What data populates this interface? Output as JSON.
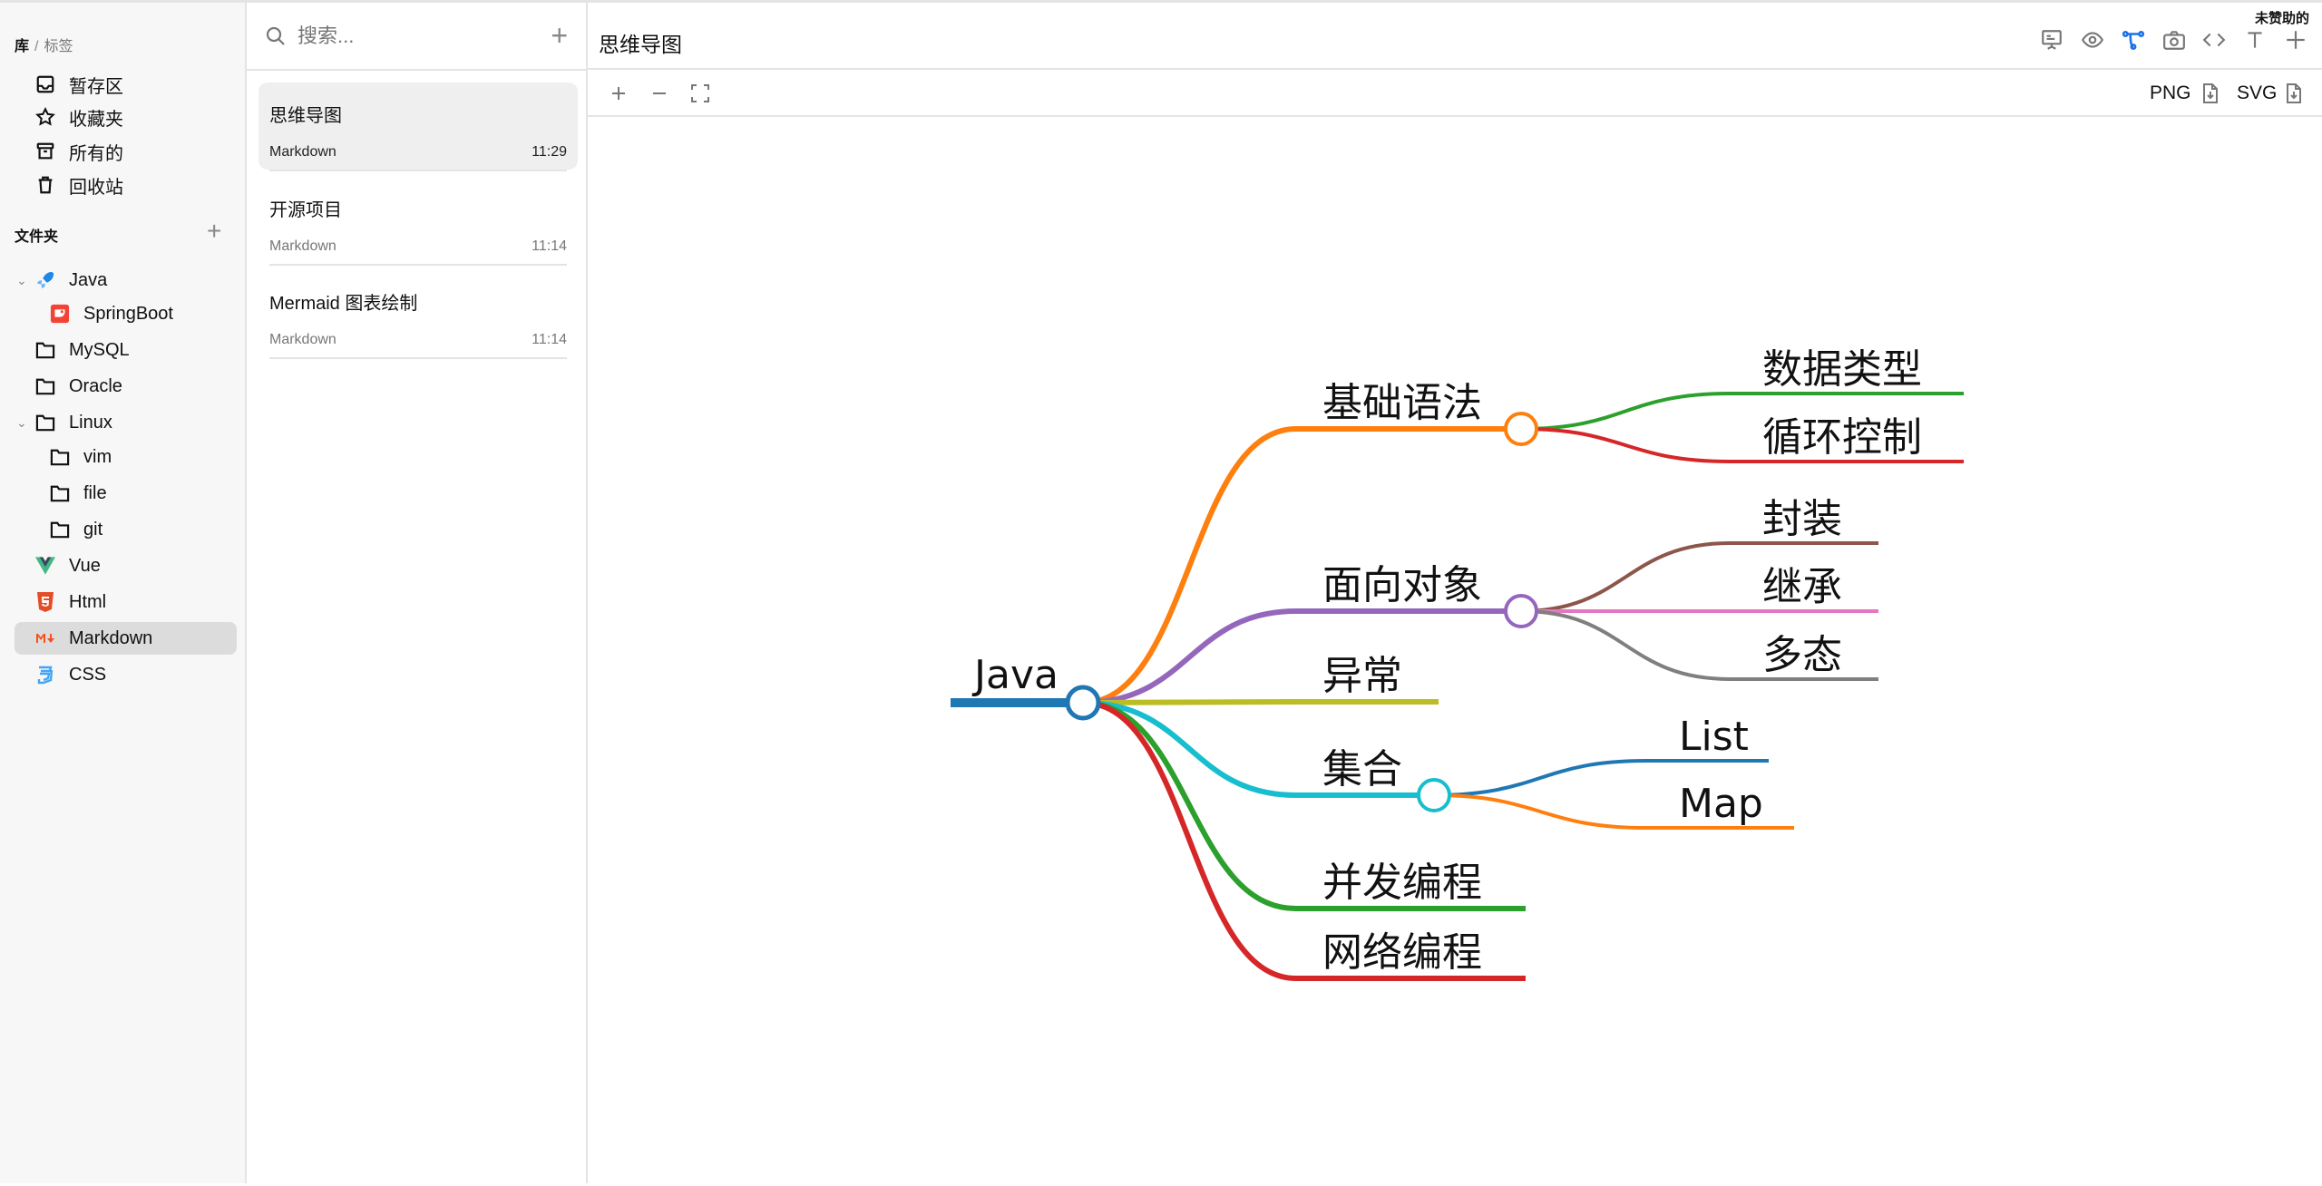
{
  "sidebar": {
    "breadcrumb": {
      "library": "库",
      "separator": "/",
      "tags": "标签"
    },
    "library_items": [
      {
        "label": "暂存区",
        "icon": "inbox-icon"
      },
      {
        "label": "收藏夹",
        "icon": "star-icon"
      },
      {
        "label": "所有的",
        "icon": "archive-icon"
      },
      {
        "label": "回收站",
        "icon": "trash-icon"
      }
    ],
    "folders_title": "文件夹",
    "folders": [
      {
        "label": "Java",
        "icon": "rocket-icon"
      },
      {
        "label": "SpringBoot",
        "icon": "springboot-icon"
      },
      {
        "label": "MySQL",
        "icon": "folder-icon"
      },
      {
        "label": "Oracle",
        "icon": "folder-icon"
      },
      {
        "label": "Linux",
        "icon": "folder-icon"
      },
      {
        "label": "vim",
        "icon": "folder-icon"
      },
      {
        "label": "file",
        "icon": "folder-icon"
      },
      {
        "label": "git",
        "icon": "folder-icon"
      },
      {
        "label": "Vue",
        "icon": "vue-icon"
      },
      {
        "label": "Html",
        "icon": "html5-icon"
      },
      {
        "label": "Markdown",
        "icon": "markdown-icon"
      },
      {
        "label": "CSS",
        "icon": "css3-icon"
      }
    ],
    "selected_folder": "Markdown"
  },
  "note_list": {
    "search_placeholder": "搜索...",
    "notes": [
      {
        "title": "思维导图",
        "type": "Markdown",
        "time": "11:29"
      },
      {
        "title": "开源项目",
        "type": "Markdown",
        "time": "11:14"
      },
      {
        "title": "Mermaid 图表绘制",
        "type": "Markdown",
        "time": "11:14"
      }
    ]
  },
  "editor": {
    "title": "思维导图",
    "sponsor_label": "未赞助的",
    "export": {
      "png": "PNG",
      "svg": "SVG"
    },
    "colors": {
      "active_icon": "#1a73e8"
    }
  },
  "mindmap": {
    "root": {
      "label": "Java",
      "color": "#1f77b4"
    },
    "branches": [
      {
        "label": "基础语法",
        "color": "#ff7f0e",
        "children": [
          {
            "label": "数据类型",
            "color": "#2ca02c"
          },
          {
            "label": "循环控制",
            "color": "#d62728"
          }
        ]
      },
      {
        "label": "面向对象",
        "color": "#9467bd",
        "children": [
          {
            "label": "封装",
            "color": "#8c564b"
          },
          {
            "label": "继承",
            "color": "#e377c2"
          },
          {
            "label": "多态",
            "color": "#7f7f7f"
          }
        ]
      },
      {
        "label": "异常",
        "color": "#bcbd22",
        "children": []
      },
      {
        "label": "集合",
        "color": "#17becf",
        "children": [
          {
            "label": "List",
            "color": "#1f77b4"
          },
          {
            "label": "Map",
            "color": "#ff7f0e"
          }
        ]
      },
      {
        "label": "并发编程",
        "color": "#2ca02c",
        "children": []
      },
      {
        "label": "网络编程",
        "color": "#d62728",
        "children": []
      }
    ]
  }
}
